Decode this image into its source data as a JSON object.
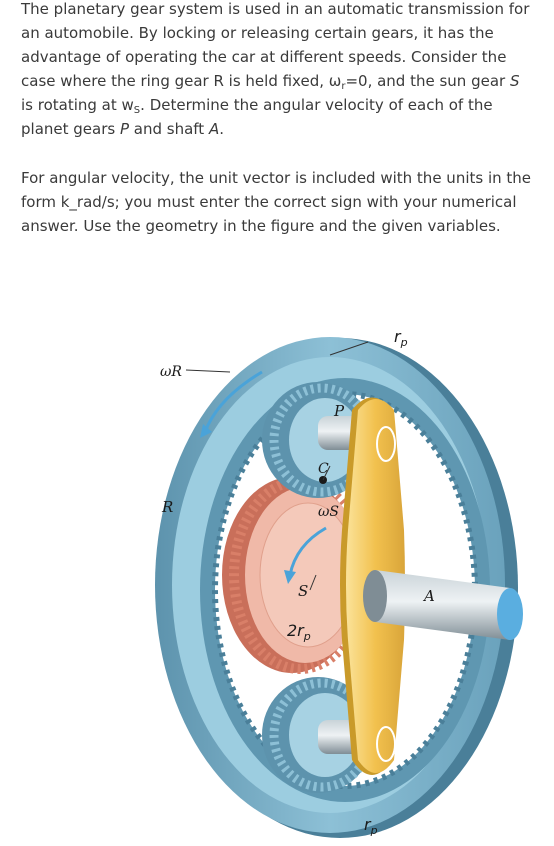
{
  "problem": {
    "para1": {
      "t1": "The planetary gear system is used in an automatic transmission for an automobile. By locking or releasing certain gears, it has the advantage of operating the car at different speeds. Consider the case where the ring gear R is held fixed, ω",
      "sub_r": "r",
      "t2": "=0, and the sun gear ",
      "var_S": "S",
      "t3": " is rotating at w",
      "sub_s": "S",
      "t4": ". Determine the angular velocity of each of the planet gears ",
      "var_P": "P",
      "t5": " and shaft ",
      "var_A": "A",
      "t6": "."
    },
    "para2": "For angular velocity, the unit vector is included with the units in the form k_rad/s; you must enter the correct sign with your numerical answer. Use the geometry in the figure and the given variables."
  },
  "figure": {
    "labels": {
      "omega_R": "ωR",
      "R": "R",
      "P": "P",
      "C": "C",
      "omega_S": "ωS",
      "S": "S",
      "two_rp": "2r",
      "two_rp_sub": "p",
      "A": "A",
      "rp_top": "r",
      "rp_top_sub": "p",
      "rp_bottom": "r",
      "rp_bottom_sub": "p"
    },
    "colors": {
      "ring_gear": "#7fb3cc",
      "ring_gear_dark": "#4a7f99",
      "sun_gear": "#e9a08c",
      "sun_gear_dark": "#c96f5a",
      "carrier": "#f2c14e",
      "carrier_dark": "#c99a2a",
      "shaft": "#9aa8b0",
      "shaft_end": "#5aaee0",
      "arrow": "#4aa3d9"
    }
  }
}
